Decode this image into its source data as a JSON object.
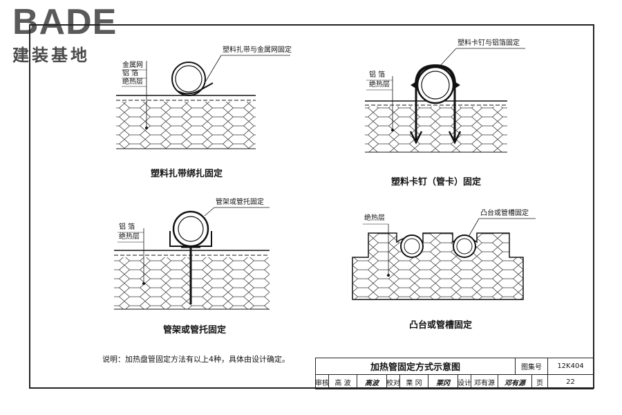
{
  "logo": {
    "brand": "BADE",
    "subtitle": "建装基地"
  },
  "diagrams": [
    {
      "caption": "塑料扎带绑扎固定",
      "callout": "塑料扎带与金属网固定",
      "layers": [
        "金属网",
        "铝 箔",
        "绝热层"
      ]
    },
    {
      "caption": "塑料卡钉（管卡）固定",
      "callout": "塑料卡钉与铝箔固定",
      "layers": [
        "铝 箔",
        "绝热层"
      ]
    },
    {
      "caption": "管架或管托固定",
      "callout": "管架或管托固定",
      "layers": [
        "铝 箔",
        "绝热层"
      ]
    },
    {
      "caption": "凸台或管槽固定",
      "callout": "凸台或管槽固定",
      "layers": [
        "绝热层"
      ]
    }
  ],
  "note": "说明：加热盘管固定方法有以上4种，具体由设计确定。",
  "title_block": {
    "title": "加热管固定方式示意图",
    "atlas_label": "图集号",
    "atlas_no": "12K404",
    "review_label": "审核",
    "reviewer": "高 波",
    "reviewer_sig": "高波",
    "check_label": "校对",
    "checker": "栗 冈",
    "checker_sig": "栗冈",
    "design_label": "设计",
    "designer": "邓有源",
    "designer_sig": "邓有源",
    "page_label": "页",
    "page_no": "22"
  }
}
